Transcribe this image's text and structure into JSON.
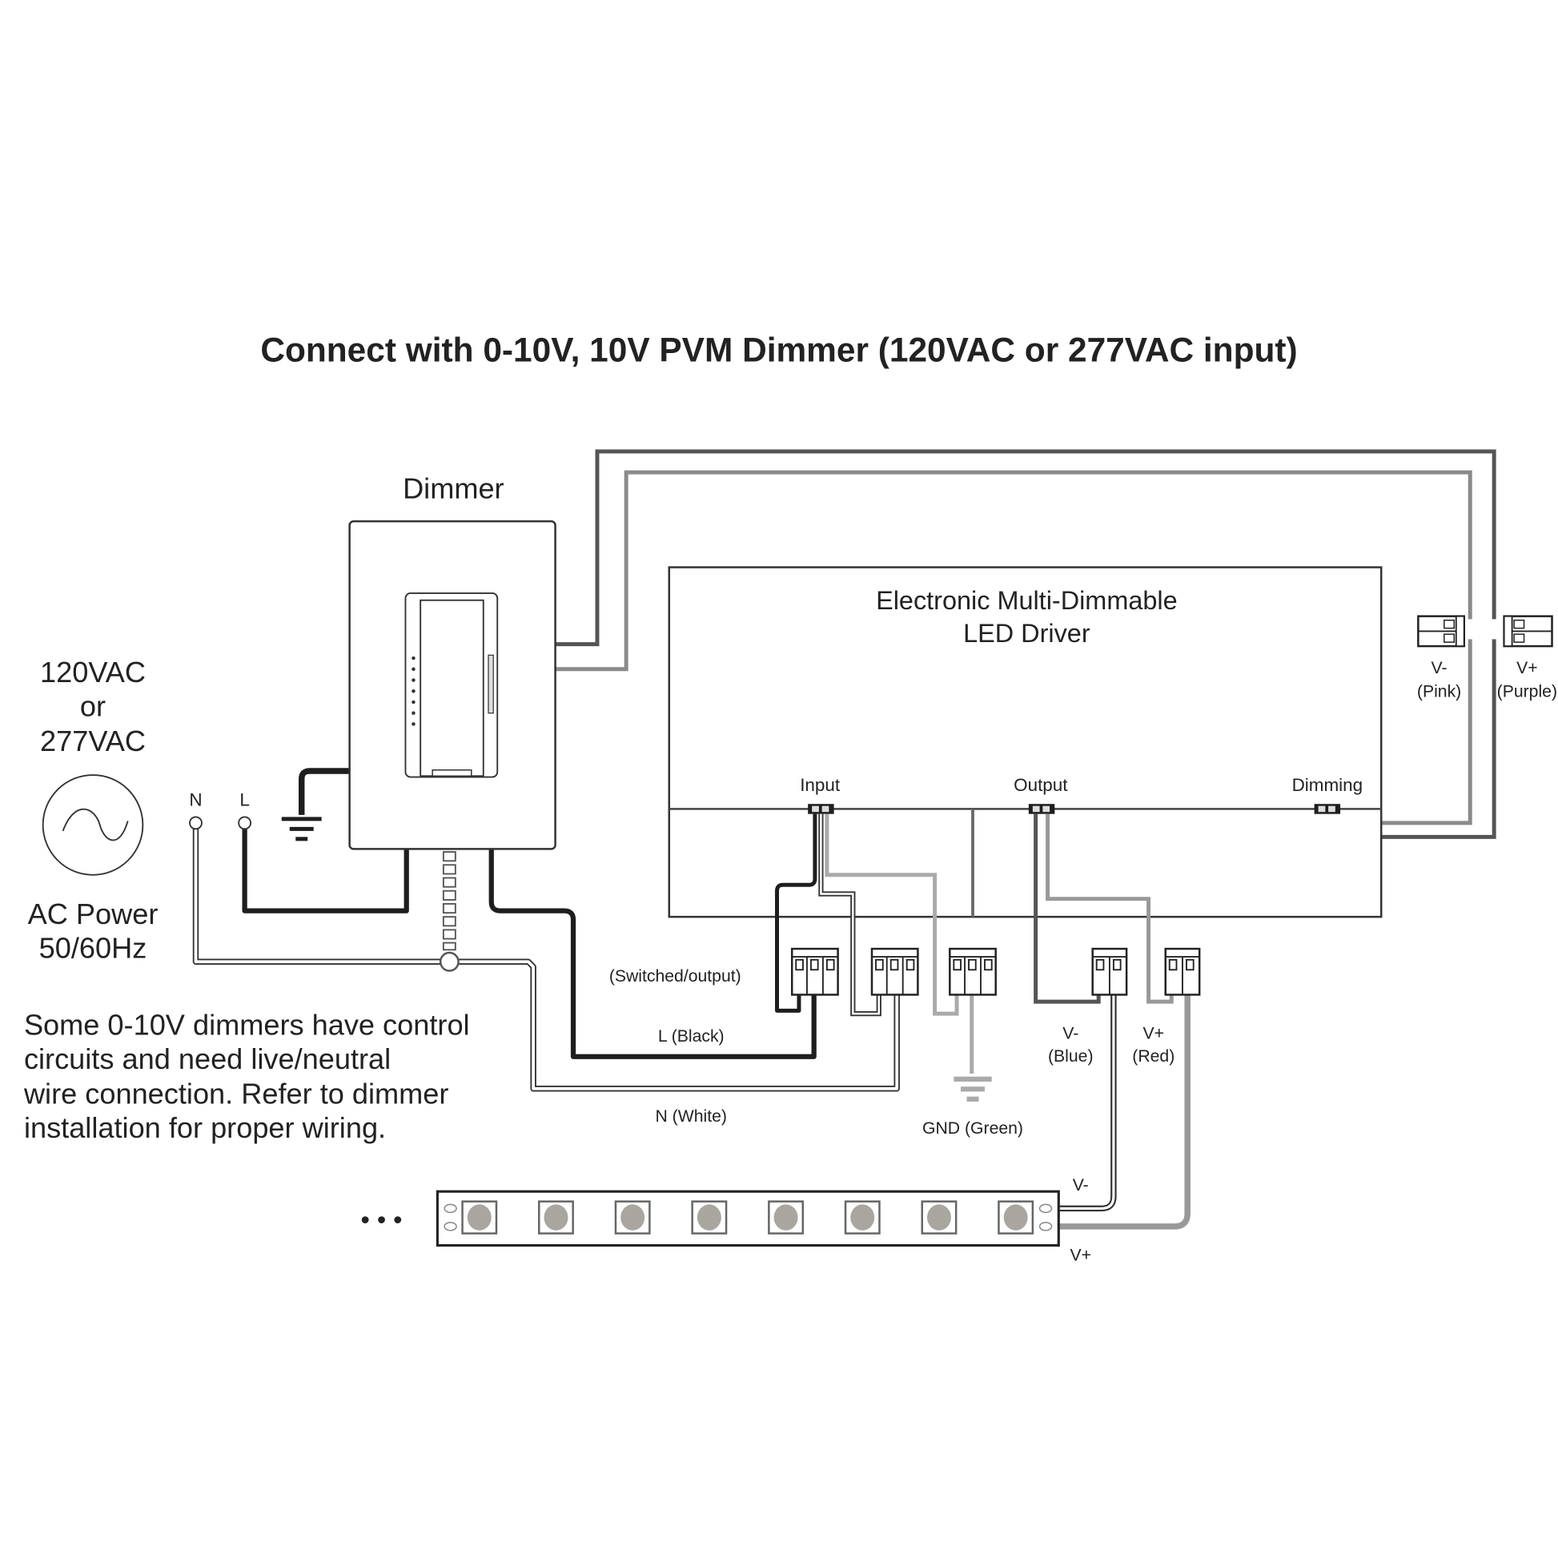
{
  "title": "Connect with 0-10V, 10V PVM Dimmer (120VAC or 277VAC input)",
  "power_source": {
    "voltage_line1": "120VAC",
    "voltage_line2": "or",
    "voltage_line3": "277VAC",
    "label_line1": "AC Power",
    "label_line2": "50/60Hz",
    "icon": "ac-sine-wave-icon"
  },
  "terminals": {
    "neutral": "N",
    "live": "L"
  },
  "dimmer": {
    "label": "Dimmer",
    "indicator_led_count": 7
  },
  "driver": {
    "title_line1": "Electronic Multi-Dimmable",
    "title_line2": "LED Driver",
    "ports": {
      "input": "Input",
      "output": "Output",
      "dimming": "Dimming"
    }
  },
  "dimming_leads": {
    "negative": {
      "label": "V-",
      "color": "(Pink)"
    },
    "positive": {
      "label": "V+",
      "color": "(Purple)"
    }
  },
  "wire_labels": {
    "switched": "(Switched/output)",
    "live": "L (Black)",
    "neutral": "N (White)",
    "ground": "GND (Green)",
    "output_negative": {
      "label": "V-",
      "color": "(Blue)"
    },
    "output_positive": {
      "label": "V+",
      "color": "(Red)"
    }
  },
  "led_strip": {
    "led_count": 8,
    "continuation": "• • •",
    "negative_label": "V-",
    "positive_label": "V+"
  },
  "note": {
    "line1": "Some 0-10V dimmers have control",
    "line2": "circuits and need live/neutral",
    "line3": "wire connection. Refer to dimmer",
    "line4": "installation for proper wiring."
  },
  "colors": {
    "black_wire": "#1e1e1e",
    "dark_wire": "#555555",
    "gray_wire": "#9a9a9a",
    "outline": "#333333"
  }
}
